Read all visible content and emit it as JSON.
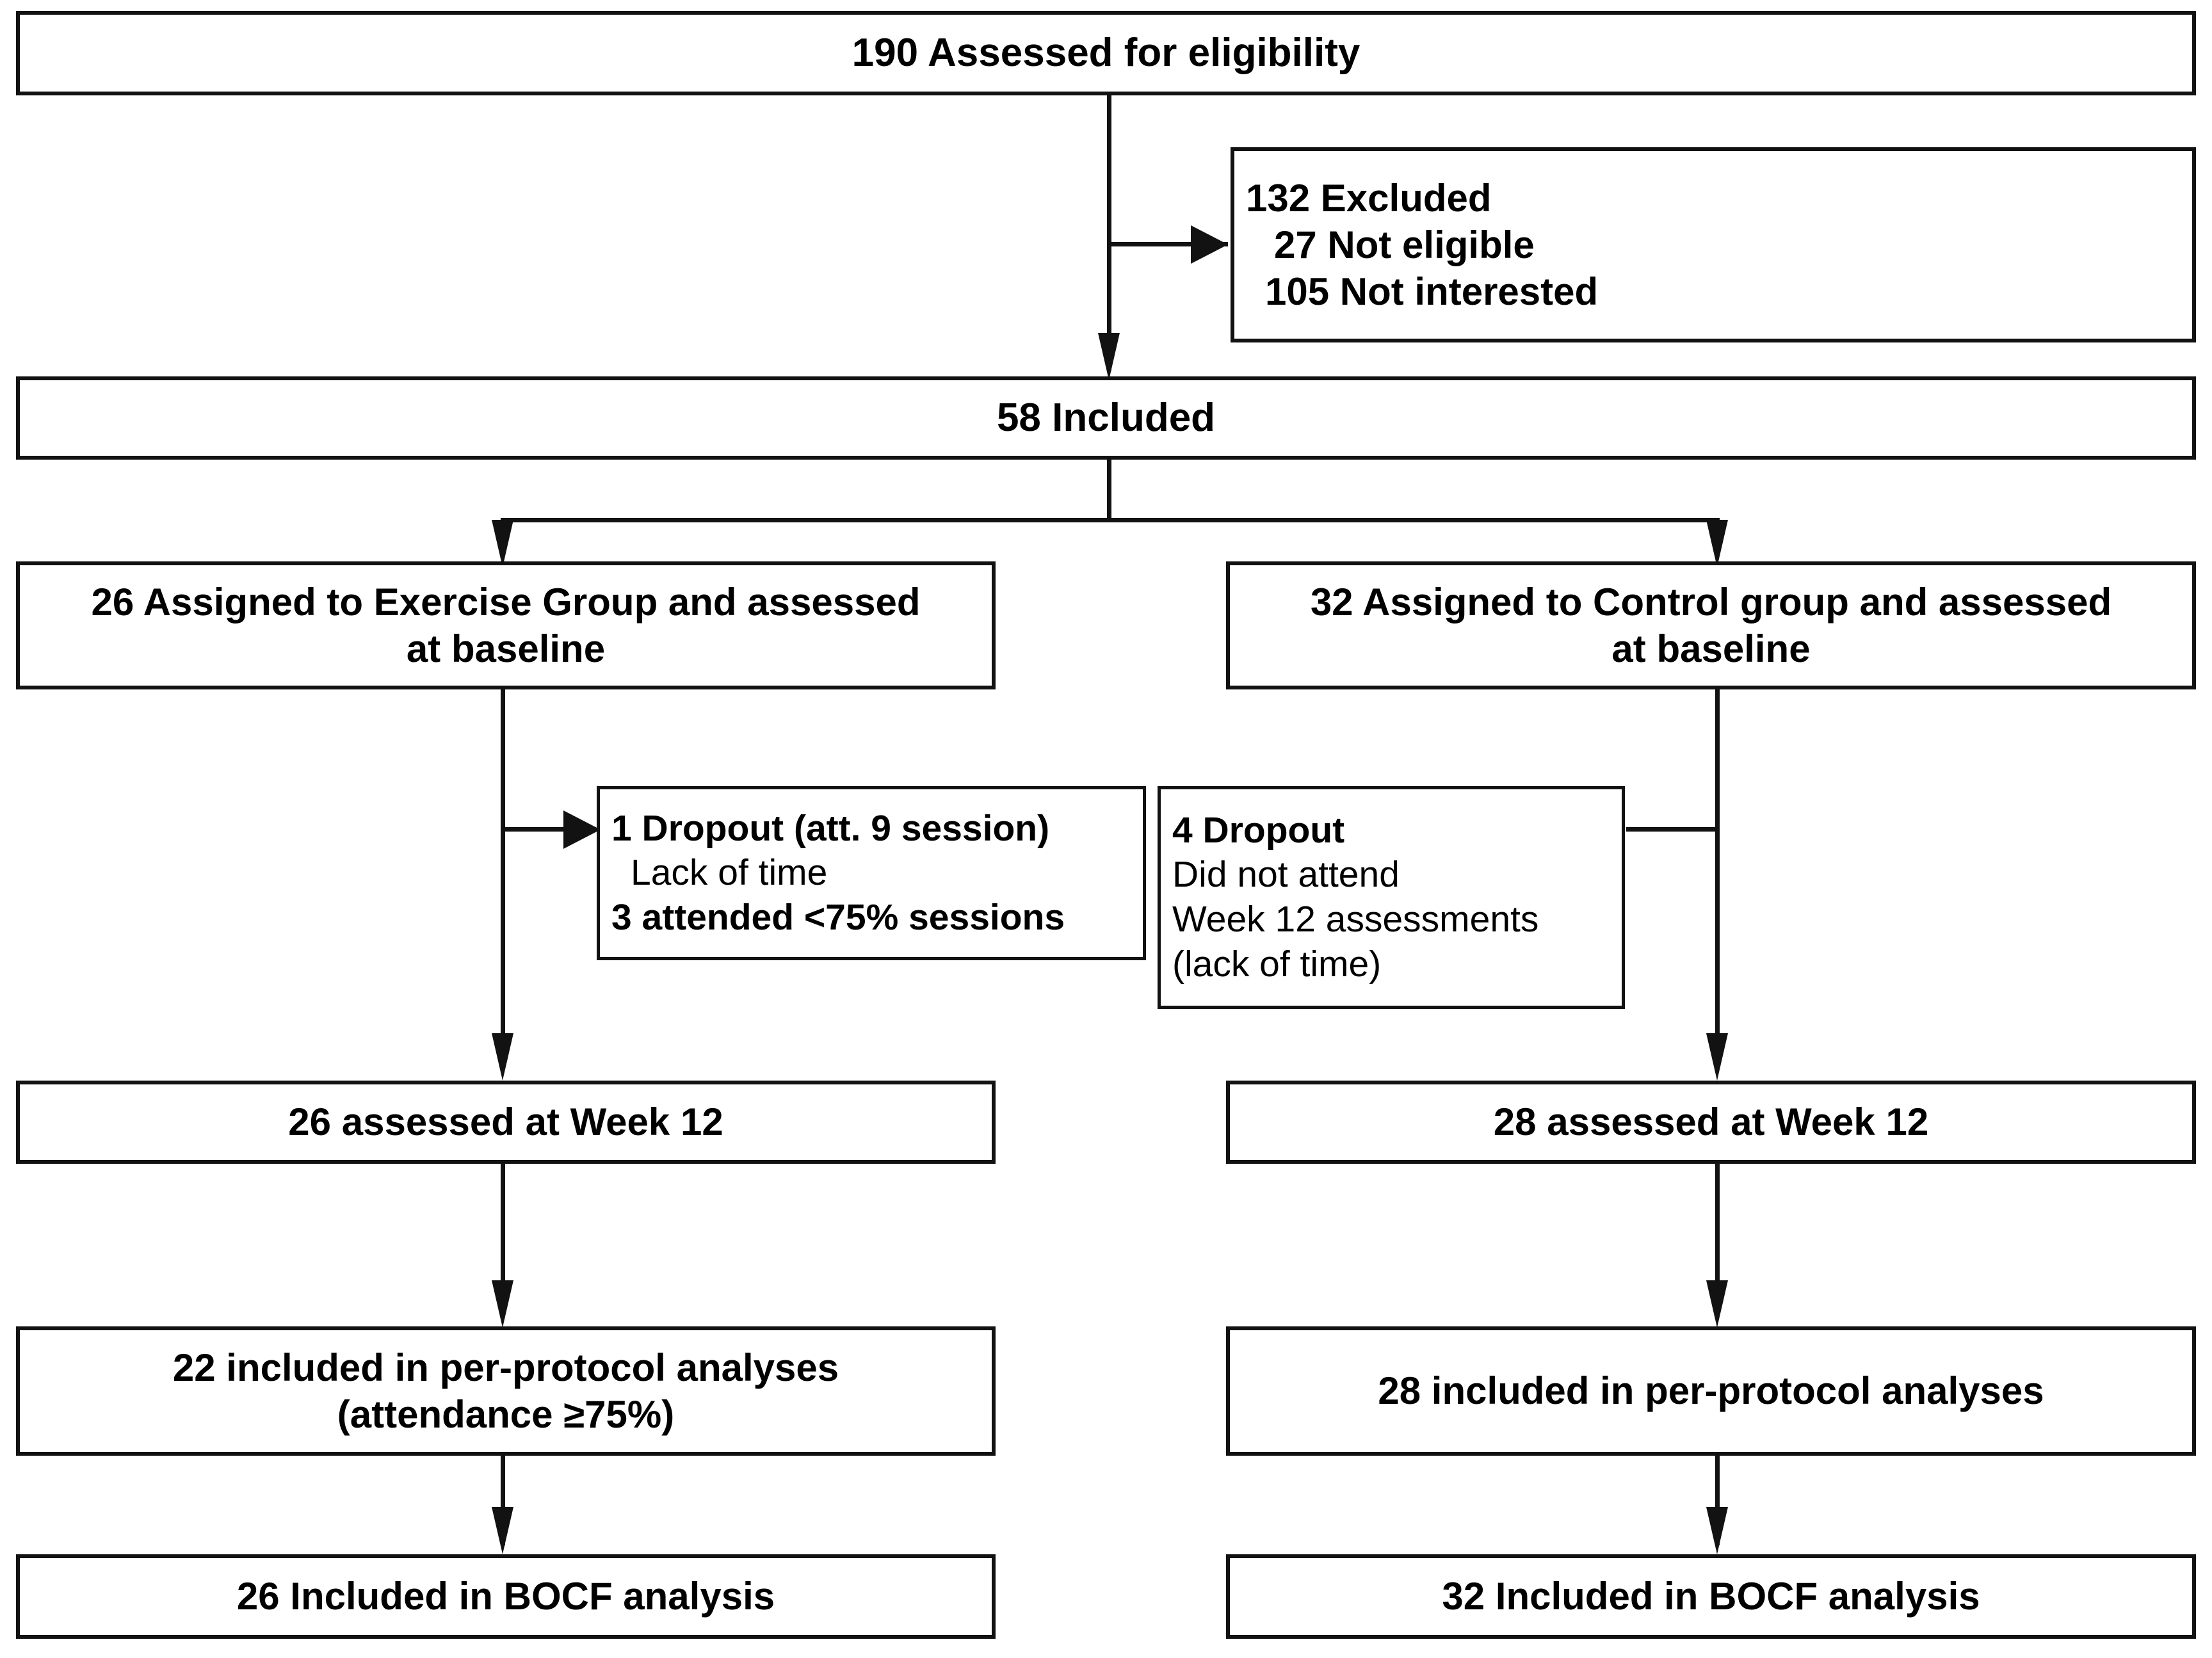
{
  "diagram": {
    "type": "consort-flow-diagram",
    "title": "",
    "colors": {
      "line": "#121212",
      "text": "#000000",
      "background": "#ffffff"
    },
    "nodes": {
      "assessed": {
        "label": "190 Assessed for eligibility",
        "count": 190
      },
      "excluded": {
        "heading": "132 Excluded",
        "count": 132,
        "reasons": [
          {
            "label": "27 Not eligible",
            "count": 27
          },
          {
            "label": "105 Not interested",
            "count": 105
          }
        ]
      },
      "included": {
        "label": "58 Included",
        "count": 58
      },
      "exercise_assigned": {
        "line1": "26 Assigned to Exercise Group and assessed",
        "line2": "at baseline",
        "count": 26
      },
      "control_assigned": {
        "line1": "32 Assigned to Control group and assessed",
        "line2": "at baseline",
        "count": 32
      },
      "exercise_dropout": {
        "line1": "1 Dropout (att. 9 session)",
        "line2": "Lack of time",
        "line3": "3 attended <75% sessions",
        "dropouts": 1,
        "low_attendance": 3
      },
      "control_dropout": {
        "line1": "4 Dropout",
        "line2": "Did not attend",
        "line3": "Week 12 assessments",
        "line4": "(lack of time)",
        "dropouts": 4
      },
      "exercise_week12": {
        "label": "26 assessed at Week 12",
        "count": 26
      },
      "control_week12": {
        "label": "28 assessed at Week 12",
        "count": 28
      },
      "exercise_pp": {
        "line1": "22 included in per-protocol analyses",
        "line2": "(attendance ≥75%)",
        "count": 22
      },
      "control_pp": {
        "line1": "28 included in per-protocol analyses",
        "line2": "",
        "count": 28
      },
      "exercise_bocf": {
        "label": "26 Included in BOCF analysis",
        "count": 26
      },
      "control_bocf": {
        "label": "32 Included in BOCF analysis",
        "count": 32
      }
    }
  }
}
